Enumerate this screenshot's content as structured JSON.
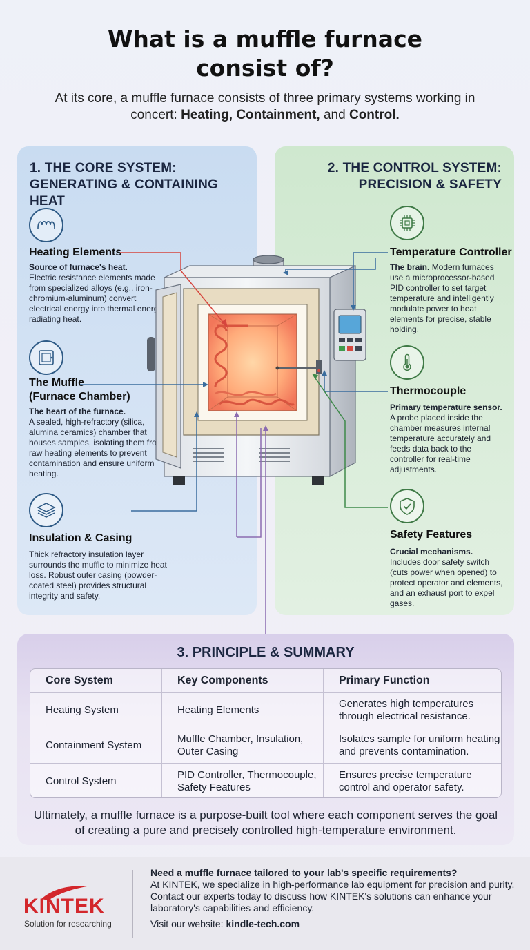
{
  "title_line1": "What is a muffle furnace",
  "title_line2": "consist of?",
  "subtitle_pre": "At its core, a muffle furnace consists of three primary systems working in concert: ",
  "subtitle_heating": "Heating,",
  "subtitle_containment": "Containment,",
  "subtitle_and": " and ",
  "subtitle_control": "Control.",
  "core_panel": {
    "heading_line1": "1. THE CORE SYSTEM:",
    "heading_line2": "GENERATING & CONTAINING HEAT",
    "heating": {
      "icon": "coil-icon",
      "title": "Heating Elements",
      "lead": "Source of furnace's heat.",
      "text": "Electric resistance elements made from specialized alloys (e.g., iron-chromium-aluminum) convert electrical energy into thermal energy, radiating heat."
    },
    "muffle": {
      "icon": "chamber-icon",
      "title_line1": "The Muffle",
      "title_line2": "(Furnace Chamber)",
      "lead": "The heart of the furnace.",
      "text": "A sealed, high-refractory (silica, alumina ceramics) chamber that houses samples, isolating them from raw heating elements to prevent contamination and ensure uniform heating."
    },
    "insulation": {
      "icon": "layers-icon",
      "title": "Insulation & Casing",
      "text": "Thick refractory insulation layer surrounds the muffle to minimize heat loss. Robust outer casing (powder-coated steel) provides structural integrity and safety."
    }
  },
  "control_panel": {
    "heading_line1": "2. THE CONTROL SYSTEM:",
    "heading_line2": "PRECISION & SAFETY",
    "controller": {
      "icon": "chip-icon",
      "title": "Temperature Controller",
      "lead": "The brain.",
      "text": "Modern furnaces use a microprocessor-based PID controller to set target temperature and intelligently modulate power to heat elements for precise, stable holding."
    },
    "thermocouple": {
      "icon": "thermometer-icon",
      "title": "Thermocouple",
      "lead": "Primary temperature sensor.",
      "text": "A probe placed inside the chamber measures internal temperature accurately and feeds data back to the controller for real-time adjustments."
    },
    "safety": {
      "icon": "shield-check-icon",
      "title": "Safety Features",
      "lead": "Crucial mechanisms.",
      "text": "Includes door safety switch (cuts power when opened) to protect operator and elements, and an exhaust port to expel gases."
    }
  },
  "summary": {
    "heading": "3. PRINCIPLE & SUMMARY",
    "columns": [
      "Core System",
      "Key Components",
      "Primary Function"
    ],
    "rows": [
      [
        "Heating System",
        "Heating Elements",
        "Generates high temperatures through electrical resistance."
      ],
      [
        "Containment System",
        "Muffle Chamber, Insulation, Outer Casing",
        "Isolates sample for uniform heating and prevents contamination."
      ],
      [
        "Control System",
        "PID Controller, Thermocouple, Safety Features",
        "Ensures precise temperature control and operator safety."
      ]
    ],
    "conclusion": "Ultimately, a muffle furnace is a purpose-built tool where each component serves the goal of creating a pure and precisely controlled high-temperature environment."
  },
  "footer": {
    "logo": "KINTEK",
    "tagline": "Solution for researching",
    "question": "Need a muffle furnace tailored to your lab's specific requirements?",
    "text": "At KINTEK, we specialize in high-performance lab equipment for precision and purity. Contact our experts today to discuss how KINTEK's solutions can enhance your laboratory's capabilities and efficiency.",
    "visit_label": "Visit our website: ",
    "website": "kindle-tech.com"
  },
  "colors": {
    "core_panel": "#c9dcf1",
    "control_panel": "#cfe8cf",
    "summary_panel": "#d8cfea",
    "arrow_red": "#d6453d",
    "arrow_blue": "#3a6d9e",
    "arrow_green": "#3e8a4a",
    "arrow_purple": "#8b6bb0",
    "brand_red": "#d3272c"
  }
}
